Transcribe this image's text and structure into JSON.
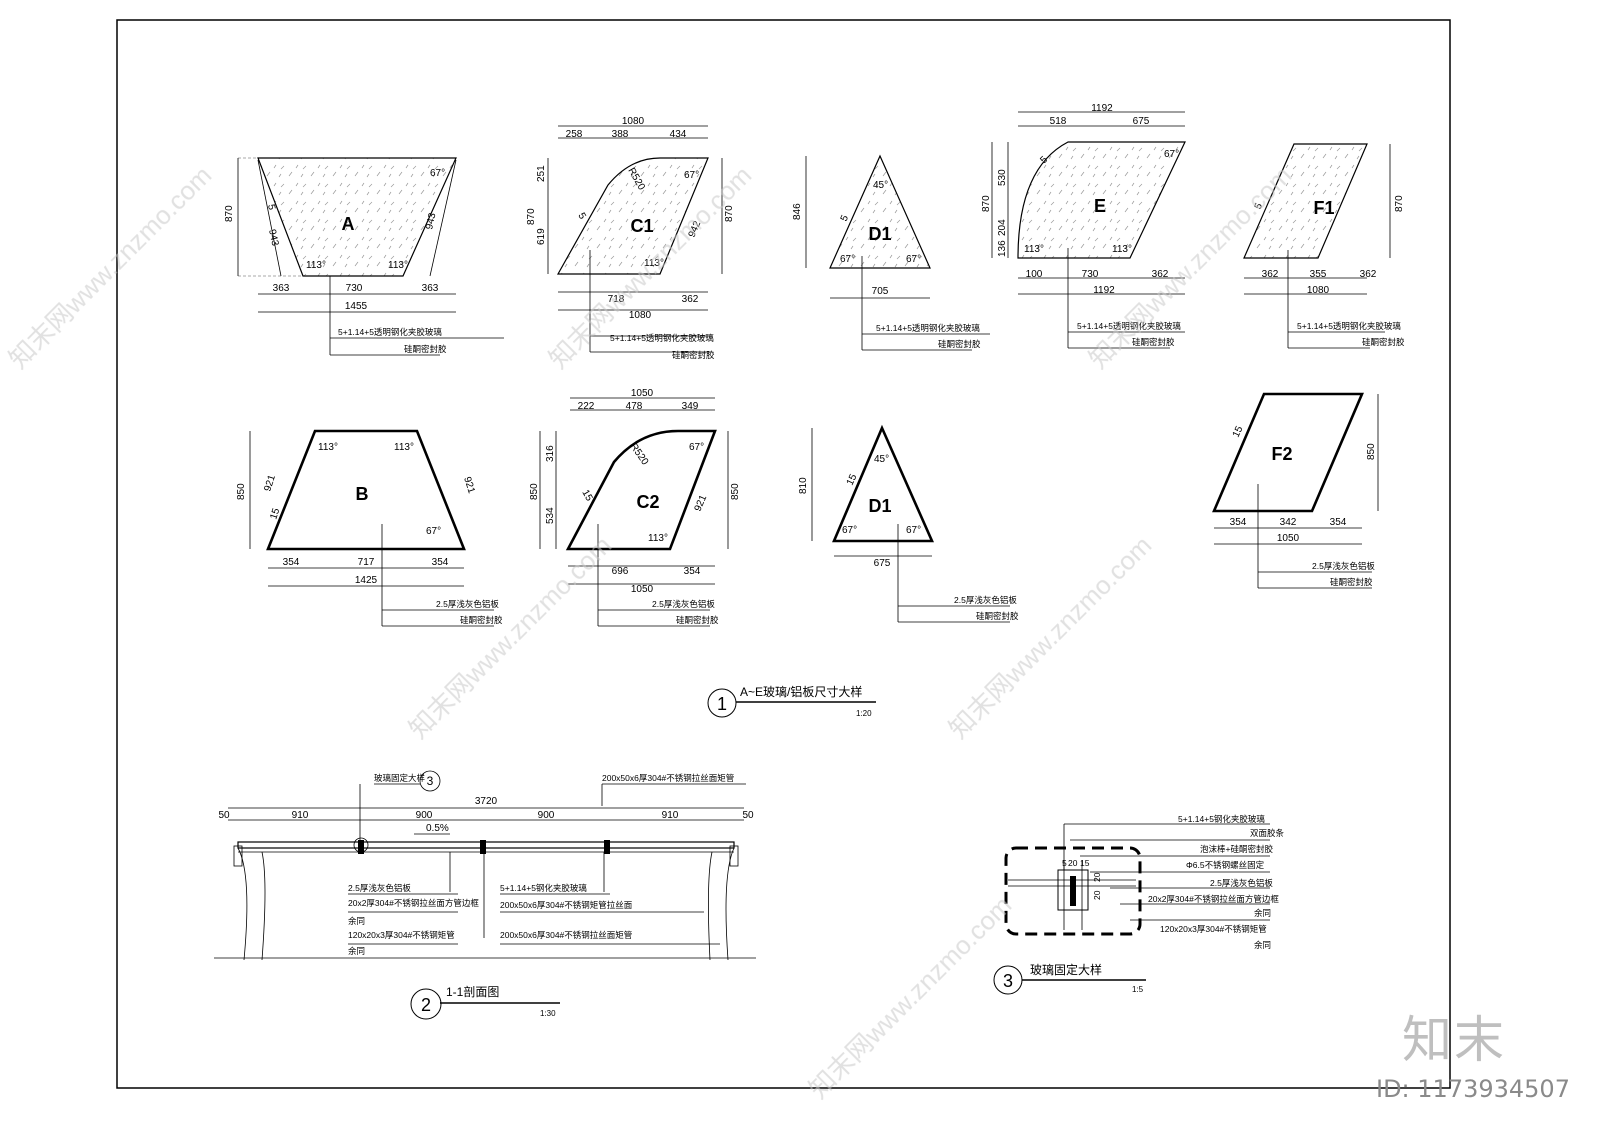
{
  "panels": {
    "A": {
      "label": "A",
      "height": "870",
      "side_l": "943",
      "side_r": "943",
      "angle_top": "67°",
      "angle_bl": "113°",
      "angle_br": "113°",
      "bot_l": "363",
      "bot_m": "730",
      "bot_r": "363",
      "total": "1455",
      "thk": "5",
      "note1": "5+1.14+5透明钢化夹胶玻璃",
      "note2": "硅酮密封胶"
    },
    "C1": {
      "label": "C1",
      "top_total": "1080",
      "top_a": "258",
      "top_b": "388",
      "top_c": "434",
      "h_a": "251",
      "h_b": "619",
      "h_total": "870",
      "h_right": "870",
      "radius": "R520",
      "side": "942",
      "angle_tr": "67°",
      "angle_br": "113°",
      "bot_a": "718",
      "bot_b": "362",
      "bot_total": "1080",
      "thk": "5",
      "note1": "5+1.14+5透明钢化夹胶玻璃",
      "note2": "硅酮密封胶"
    },
    "D1": {
      "label": "D1",
      "height": "846",
      "angle_top": "45°",
      "angle_l": "67°",
      "angle_r": "67°",
      "base": "705",
      "thk": "5",
      "note1": "5+1.14+5透明钢化夹胶玻璃",
      "note2": "硅酮密封胶"
    },
    "E": {
      "label": "E",
      "top_total": "1192",
      "top_a": "518",
      "top_b": "675",
      "h_total": "870",
      "h_a": "530",
      "h_b": "204",
      "h_c": "136",
      "angle_tr": "67°",
      "angle_bl": "113°",
      "angle_br": "113°",
      "bot_a": "100",
      "bot_b": "730",
      "bot_c": "362",
      "bot_total": "1192",
      "thk": "5",
      "note1": "5+1.14+5透明钢化夹胶玻璃",
      "note2": "硅酮密封胶"
    },
    "F1": {
      "label": "F1",
      "height": "870",
      "bot_a": "362",
      "bot_b": "355",
      "bot_c": "362",
      "bot_total": "1080",
      "thk": "5",
      "note1": "5+1.14+5透明钢化夹胶玻璃",
      "note2": "硅酮密封胶"
    },
    "B": {
      "label": "B",
      "height": "850",
      "side_l": "921",
      "side_r": "921",
      "angle_tl": "113°",
      "angle_tr": "113°",
      "angle_br": "67°",
      "bot_a": "354",
      "bot_b": "717",
      "bot_c": "354",
      "bot_total": "1425",
      "thk": "15",
      "note1": "2.5厚浅灰色铝板",
      "note2": "硅酮密封胶"
    },
    "C2": {
      "label": "C2",
      "top_total": "1050",
      "top_a": "222",
      "top_b": "478",
      "top_c": "349",
      "h_a": "316",
      "h_b": "534",
      "h_total": "850",
      "h_right": "850",
      "radius": "R520",
      "side": "921",
      "angle_tr": "67°",
      "angle_br": "113°",
      "bot_a": "696",
      "bot_b": "354",
      "bot_total": "1050",
      "thk": "15",
      "note1": "2.5厚浅灰色铝板",
      "note2": "硅酮密封胶"
    },
    "D1b": {
      "label": "D1",
      "height": "810",
      "angle_top": "45°",
      "angle_l": "67°",
      "angle_r": "67°",
      "base": "675",
      "thk": "15",
      "note1": "2.5厚浅灰色铝板",
      "note2": "硅酮密封胶"
    },
    "F2": {
      "label": "F2",
      "height": "850",
      "bot_a": "354",
      "bot_b": "342",
      "bot_c": "354",
      "bot_total": "1050",
      "thk": "15",
      "note1": "2.5厚浅灰色铝板",
      "note2": "硅酮密封胶"
    }
  },
  "title1": {
    "num": "1",
    "text": "A~E玻璃/铝板尺寸大样",
    "scale": "1:20"
  },
  "section": {
    "detail_ref": "玻璃固定大样",
    "detail_ref_num": "3",
    "top_note": "200x50x6厚304#不锈钢拉丝面矩管",
    "total": "3720",
    "slope": "0.5%",
    "dims": [
      "50",
      "910",
      "900",
      "900",
      "910",
      "50"
    ],
    "notes_left": [
      "2.5厚浅灰色铝板",
      "20x2厚304#不锈钢拉丝面方管边框",
      "余同",
      "120x20x3厚304#不锈钢矩管",
      "余同"
    ],
    "notes_right": [
      "5+1.14+5钢化夹胶玻璃",
      "200x50x6厚304#不锈钢矩管拉丝面",
      "200x50x6厚304#不锈钢拉丝面矩管"
    ],
    "title_num": "2",
    "title": "1-1剖面图",
    "scale": "1:30"
  },
  "detail": {
    "notes": [
      "5+1.14+5钢化夹胶玻璃",
      "双面胶条",
      "泡沫棒+硅酮密封胶",
      "Φ6.5不锈钢螺丝固定",
      "2.5厚浅灰色铝板",
      "20x2厚304#不锈钢拉丝面方管边框",
      "余同",
      "120x20x3厚304#不锈钢矩管",
      "余同"
    ],
    "dims": [
      "5",
      "20",
      "15",
      "20",
      "20"
    ],
    "title_num": "3",
    "title": "玻璃固定大样",
    "scale": "1:5"
  },
  "watermark": {
    "site": "知末网www.znzmo.com",
    "logo": "知末",
    "id": "ID: 1173934507"
  }
}
